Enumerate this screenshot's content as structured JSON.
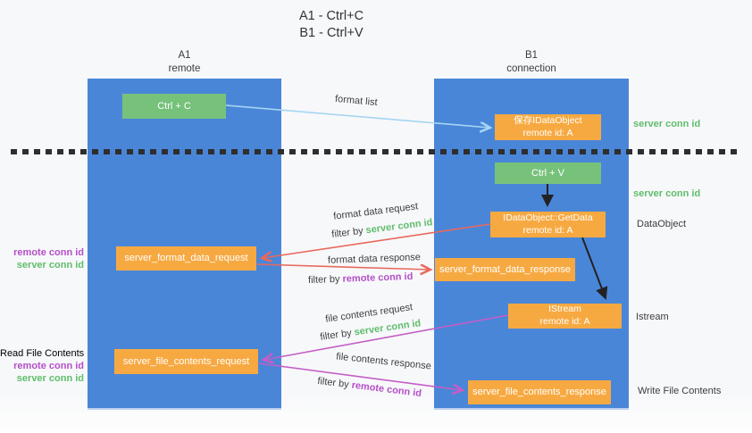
{
  "title": {
    "line1": "A1 - Ctrl+C",
    "line2": "B1 - Ctrl+V"
  },
  "lanes": {
    "a1": {
      "name": "A1",
      "subtitle": "remote"
    },
    "b1": {
      "name": "B1",
      "subtitle": "connection"
    }
  },
  "nodes": {
    "ctrl_c": {
      "label": "Ctrl + C"
    },
    "save_dataobject": {
      "line1": "保存IDataObject",
      "line2": "remote id: A"
    },
    "ctrl_v": {
      "label": "Ctrl + V"
    },
    "getdata": {
      "line1": "IDataObject::GetData",
      "line2": "remote id: A"
    },
    "format_request": {
      "label": "server_format_data_request"
    },
    "format_response": {
      "label": "server_format_data_response"
    },
    "istream": {
      "line1": "IStream",
      "line2": "remote id: A"
    },
    "file_request": {
      "label": "server_file_contents_request"
    },
    "file_response": {
      "label": "server_file_contents_response"
    }
  },
  "edges": {
    "format_list": {
      "label": "format list"
    },
    "format_request": {
      "label": "format data request",
      "filter_prefix": "filter by",
      "filter_key": "server conn id"
    },
    "format_response": {
      "label": "format data response",
      "filter_prefix": "filter by",
      "filter_key": "remote conn id"
    },
    "file_request": {
      "label": "file contents request",
      "filter_prefix": "filter by",
      "filter_key": "server conn id"
    },
    "file_response": {
      "label": "file contents response",
      "filter_prefix": "filter by",
      "filter_key": "remote conn id"
    }
  },
  "annotations": {
    "left": {
      "format_remote": "remote conn id",
      "format_server": "server conn id",
      "read_file": "Read File Contents",
      "file_remote": "remote conn id",
      "file_server": "server conn id"
    },
    "right": {
      "server_conn_top": "server conn id",
      "server_conn_mid": "server conn id",
      "dataobject": "DataObject",
      "istream": "Istream",
      "write_file": "Write File Contents"
    }
  },
  "colors": {
    "lane_blue": "#4a86d8",
    "node_green": "#77c27b",
    "node_orange": "#f7a941",
    "arrow_blue": "#a5d5f2",
    "arrow_red": "#e8695e",
    "arrow_magenta": "#c45ec6",
    "arrow_black": "#222222",
    "label_green": "#5fbd6b",
    "label_purple": "#b44fc8"
  }
}
